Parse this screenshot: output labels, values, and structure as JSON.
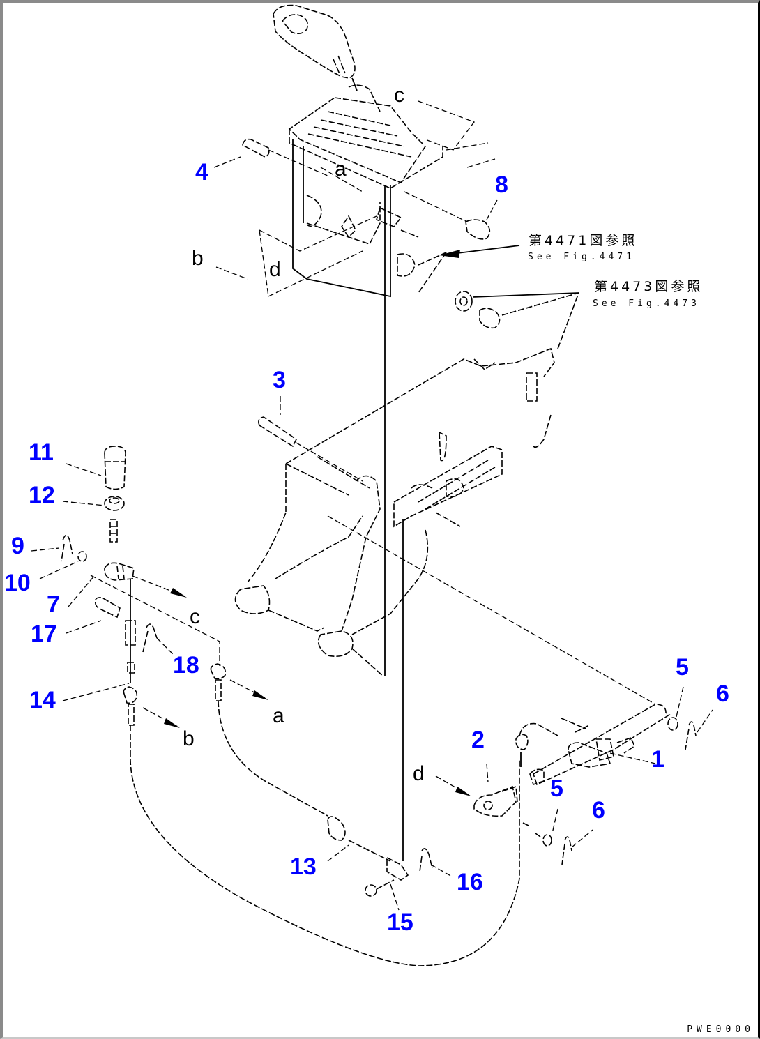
{
  "diagram": {
    "type": "exploded parts diagram",
    "subject": "gear shift lever and control cable assembly",
    "figure_code": "PWE0000",
    "part_label_color": "#0000ff",
    "part_labels": [
      {
        "id": "p1",
        "text": "1"
      },
      {
        "id": "p2",
        "text": "2"
      },
      {
        "id": "p3",
        "text": "3"
      },
      {
        "id": "p4",
        "text": "4"
      },
      {
        "id": "p5a",
        "text": "5"
      },
      {
        "id": "p5b",
        "text": "5"
      },
      {
        "id": "p6a",
        "text": "6"
      },
      {
        "id": "p6b",
        "text": "6"
      },
      {
        "id": "p7",
        "text": "7"
      },
      {
        "id": "p8",
        "text": "8"
      },
      {
        "id": "p9",
        "text": "9"
      },
      {
        "id": "p10",
        "text": "10"
      },
      {
        "id": "p11",
        "text": "11"
      },
      {
        "id": "p12",
        "text": "12"
      },
      {
        "id": "p13",
        "text": "13"
      },
      {
        "id": "p14",
        "text": "14"
      },
      {
        "id": "p15",
        "text": "15"
      },
      {
        "id": "p16",
        "text": "16"
      },
      {
        "id": "p17",
        "text": "17"
      },
      {
        "id": "p18",
        "text": "18"
      }
    ],
    "view_markers": [
      {
        "id": "c_top",
        "text": "c"
      },
      {
        "id": "a_top",
        "text": "a"
      },
      {
        "id": "b_top",
        "text": "b"
      },
      {
        "id": "d_top",
        "text": "d"
      },
      {
        "id": "c_bottom",
        "text": "c"
      },
      {
        "id": "a_bottom",
        "text": "a"
      },
      {
        "id": "b_bottom",
        "text": "b"
      },
      {
        "id": "d_bottom",
        "text": "d"
      }
    ],
    "references": [
      {
        "jp": "第4471図参照",
        "en": "See Fig.4471"
      },
      {
        "jp": "第4473図参照",
        "en": "See Fig.4473"
      }
    ]
  }
}
